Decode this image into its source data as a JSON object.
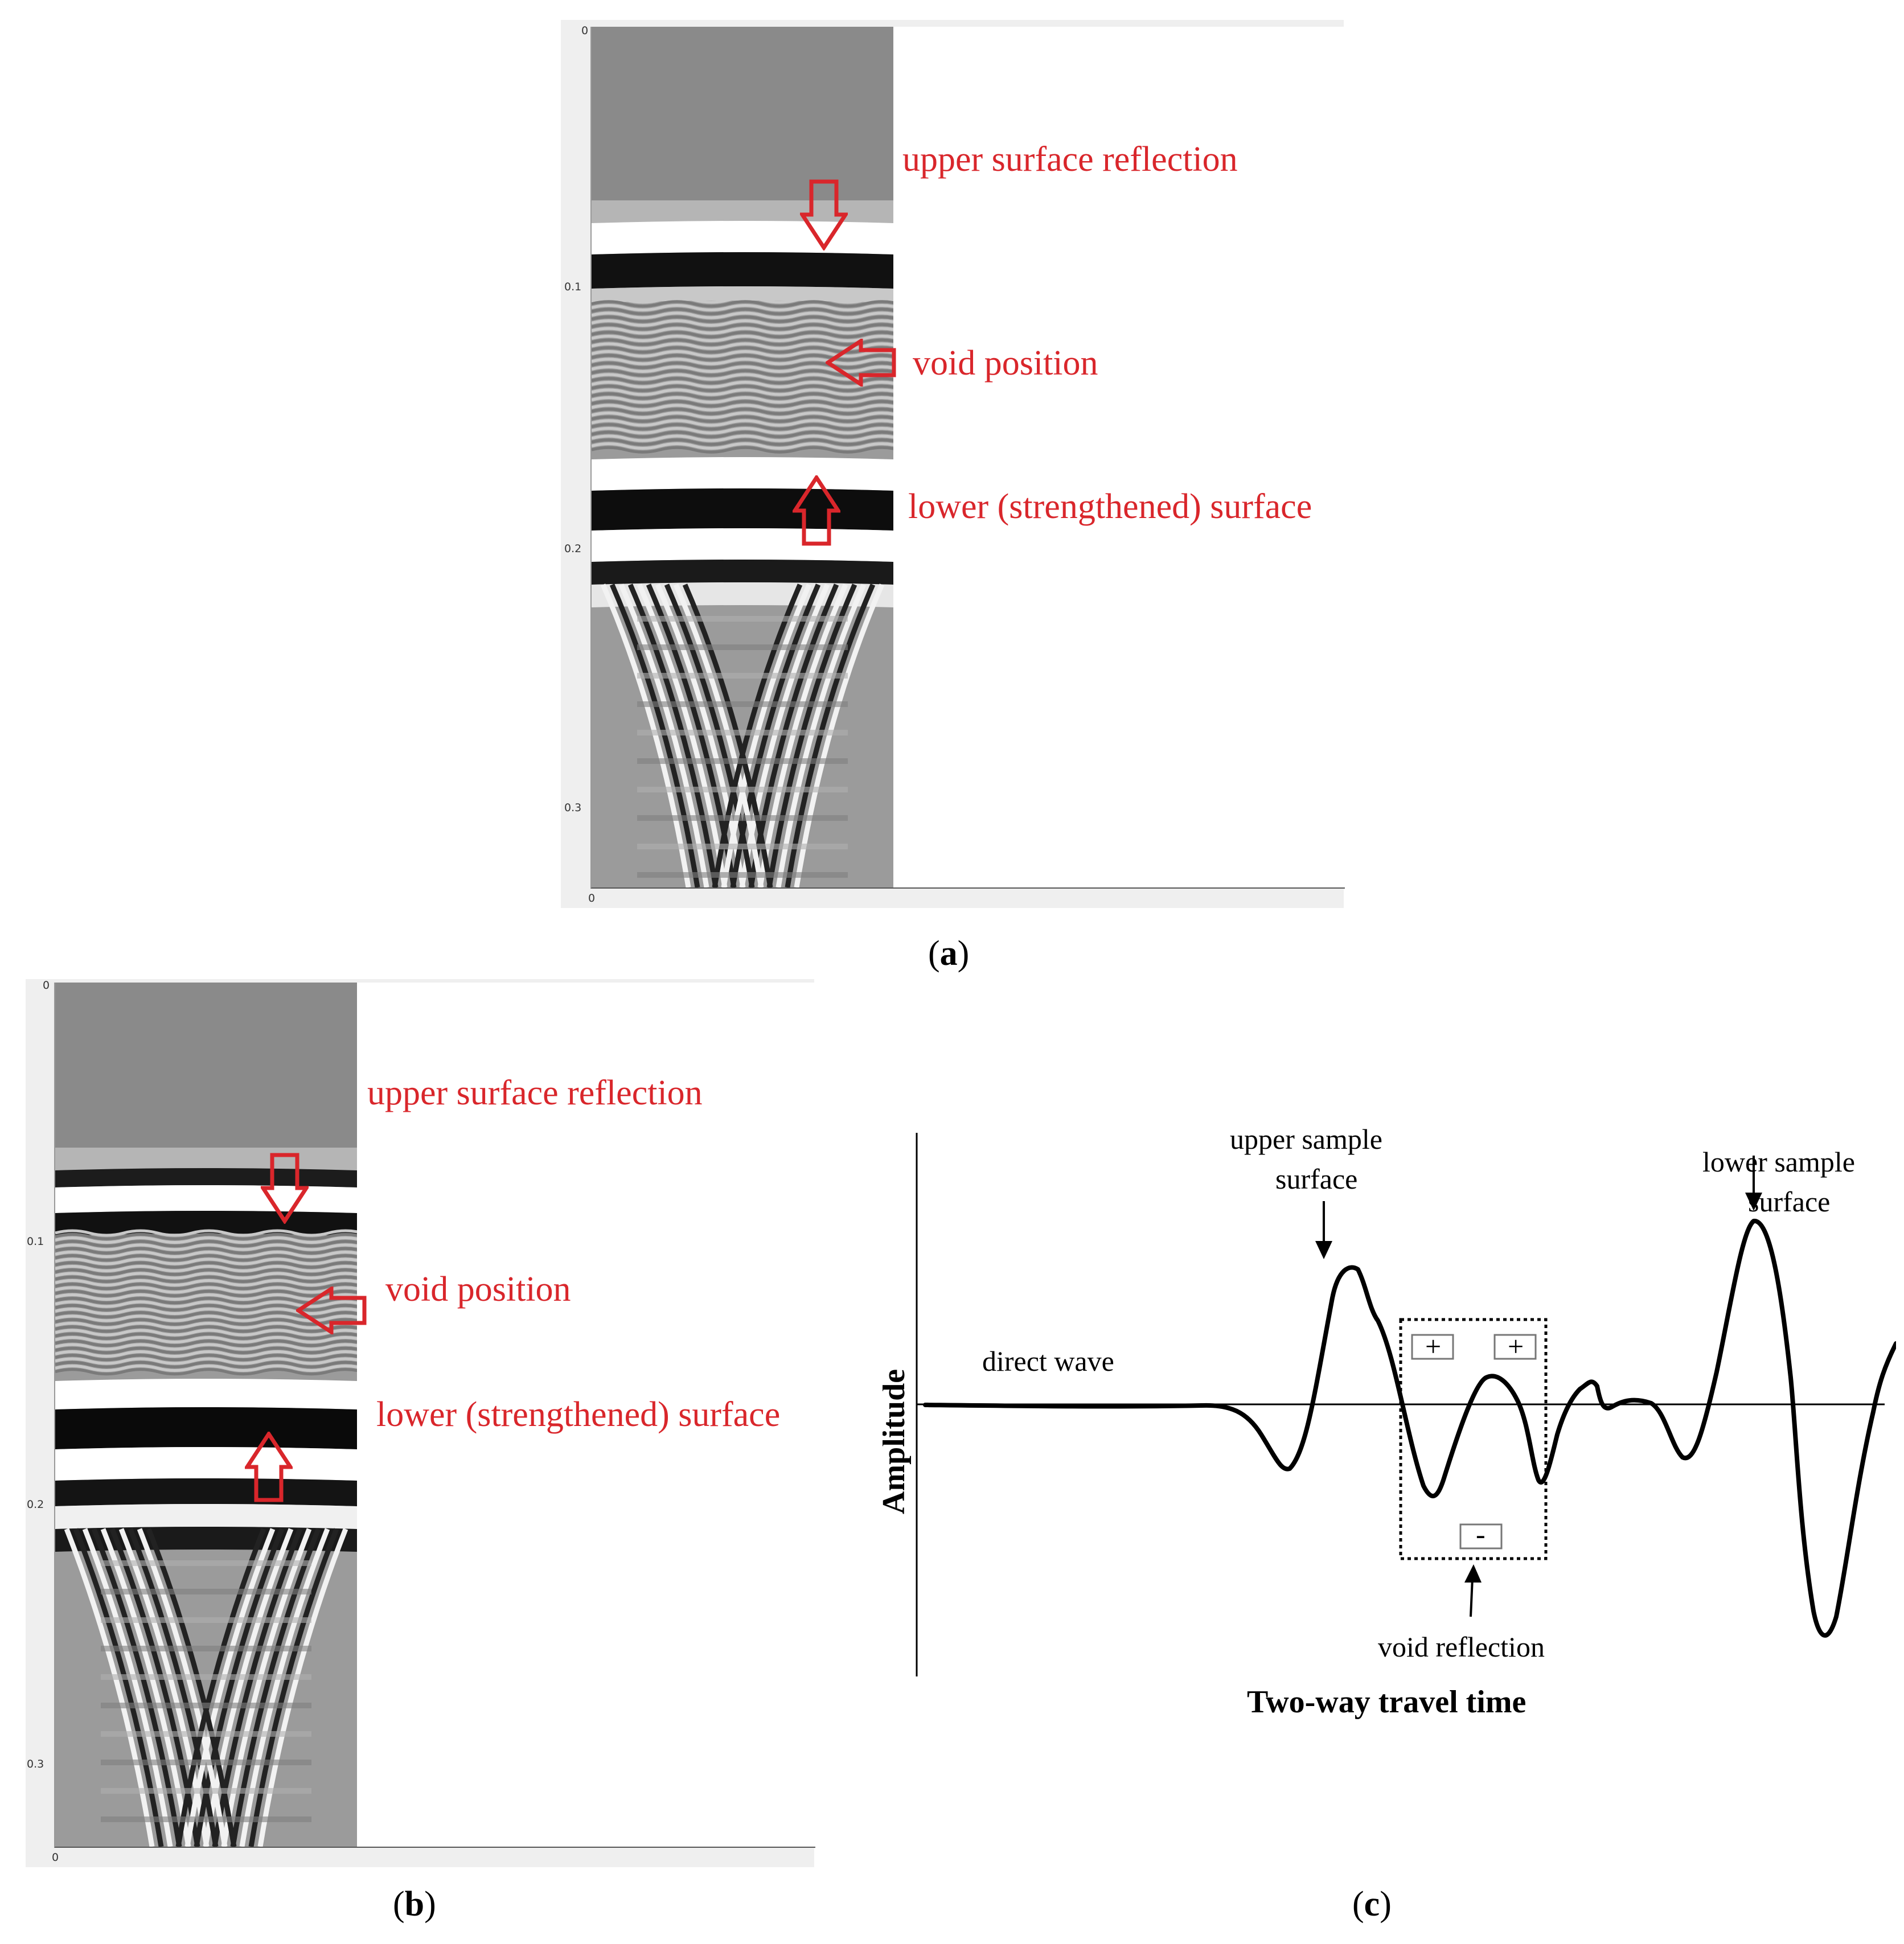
{
  "panel_a": {
    "y_ticks": [
      "0",
      "0.1",
      "0.2",
      "0.3"
    ],
    "x_tick": "0",
    "annotations": {
      "upper": "upper surface reflection",
      "void": "void position",
      "lower": "lower (strengthened) surface"
    },
    "caption_letter": "a"
  },
  "panel_b": {
    "y_ticks": [
      "0",
      "0.1",
      "0.2",
      "0.3"
    ],
    "x_tick": "0",
    "annotations": {
      "upper": "upper surface reflection",
      "void": "void position",
      "lower": "lower (strengthened) surface"
    },
    "caption_letter": "b"
  },
  "panel_c": {
    "caption_letter": "c",
    "ylabel": "Amplitude",
    "xlabel": "Two-way travel time",
    "labels": {
      "direct_wave": "direct wave",
      "upper_line1": "upper sample",
      "upper_line2": "surface",
      "lower_line1": "lower sample",
      "lower_line2": "surface",
      "void_reflection": "void reflection",
      "plus": "+",
      "minus": "-"
    }
  },
  "colors": {
    "annotation": "#d9262b",
    "panel_bg": "#efefef"
  },
  "icons": [
    "down-arrow-icon",
    "left-arrow-icon",
    "up-arrow-icon"
  ]
}
